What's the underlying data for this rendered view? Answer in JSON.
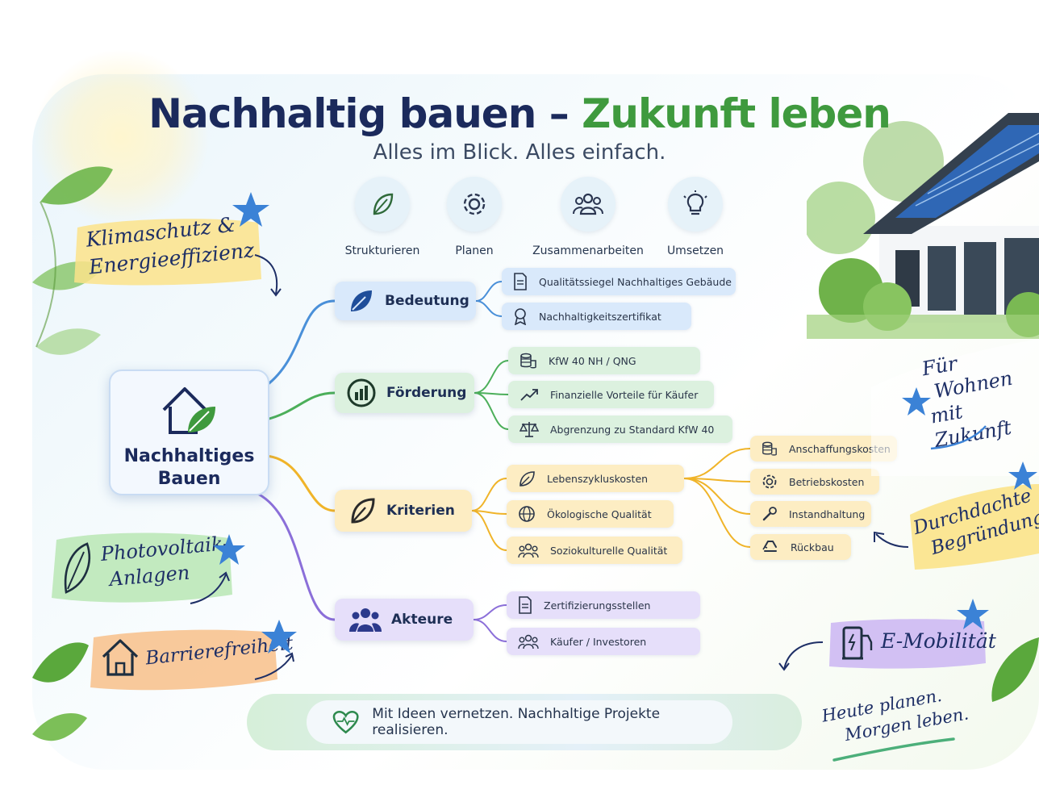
{
  "title": {
    "part1": "Nachhaltig bauen –",
    "part2": "Zukunft leben"
  },
  "subtitle": "Alles im Blick. Alles einfach.",
  "steps": [
    {
      "label": "Strukturieren",
      "icon": "leaf-icon"
    },
    {
      "label": "Planen",
      "icon": "gear-icon"
    },
    {
      "label": "Zusammenarbeiten",
      "icon": "people-icon"
    },
    {
      "label": "Umsetzen",
      "icon": "lightbulb-icon"
    }
  ],
  "center": {
    "line1": "Nachhaltiges",
    "line2": "Bauen",
    "icon": "house-leaf-icon"
  },
  "branches": {
    "bedeutung": {
      "label": "Bedeutung",
      "color": "#4a90d9",
      "items": [
        "Qualitätssiegel Nachhaltiges Gebäude",
        "Nachhaltigkeitszertifikat"
      ]
    },
    "foerderung": {
      "label": "Förderung",
      "color": "#4caf5a",
      "items": [
        "KfW 40 NH / QNG",
        "Finanzielle Vorteile für Käufer",
        "Abgrenzung zu Standard KfW 40"
      ]
    },
    "kriterien": {
      "label": "Kriterien",
      "color": "#f0b429",
      "items": [
        "Lebenszykluskosten",
        "Ökologische Qualität",
        "Soziokulturelle Qualität"
      ],
      "subitems": [
        "Anschaffungskosten",
        "Betriebskosten",
        "Instandhaltung",
        "Rückbau"
      ]
    },
    "akteure": {
      "label": "Akteure",
      "color": "#8b6fd9",
      "items": [
        "Zertifizierungsstellen",
        "Käufer / Investoren"
      ]
    }
  },
  "notes": {
    "klimaschutz": {
      "line1": "Klimaschutz &",
      "line2": "Energieeffizienz"
    },
    "photovoltaik": {
      "line1": "Photovoltaik-",
      "line2": "Anlagen"
    },
    "barriere": "Barrierefreiheit",
    "wohnen": {
      "line1": "Für",
      "line2": "Wohnen",
      "line3": "mit Zukunft"
    },
    "durchdacht": {
      "line1": "Durchdachte",
      "line2": "Begründung"
    },
    "emobil": "E-Mobilität",
    "heute": {
      "line1": "Heute planen.",
      "line2": "Morgen leben."
    }
  },
  "footer": "Mit Ideen vernetzen. Nachhaltige Projekte realisieren."
}
